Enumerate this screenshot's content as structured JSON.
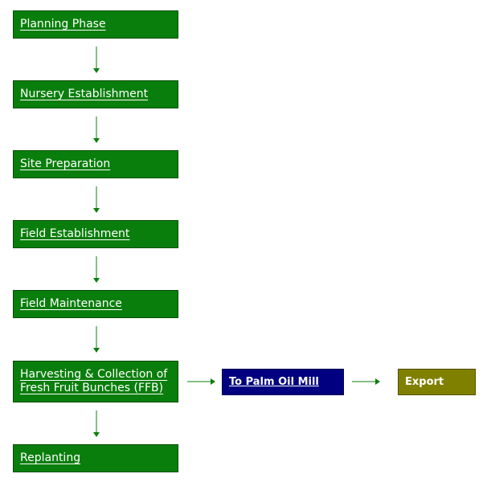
{
  "steps": [
    {
      "label": "Planning Phase"
    },
    {
      "label": "Nursery Establishment"
    },
    {
      "label": "Site Preparation"
    },
    {
      "label": "Field Establishment"
    },
    {
      "label": "Field Maintenance"
    },
    {
      "label": "Harvesting & Collection of Fresh Fruit Bunches (FFB)"
    },
    {
      "label": "Replanting"
    }
  ],
  "mill": {
    "label": "To Palm Oil Mill"
  },
  "export": {
    "label": "Export"
  },
  "colors": {
    "step_bg": "#0a7e0c",
    "arrow": "#0a7e0c",
    "mill_bg": "#000080",
    "export_bg": "#808000"
  }
}
